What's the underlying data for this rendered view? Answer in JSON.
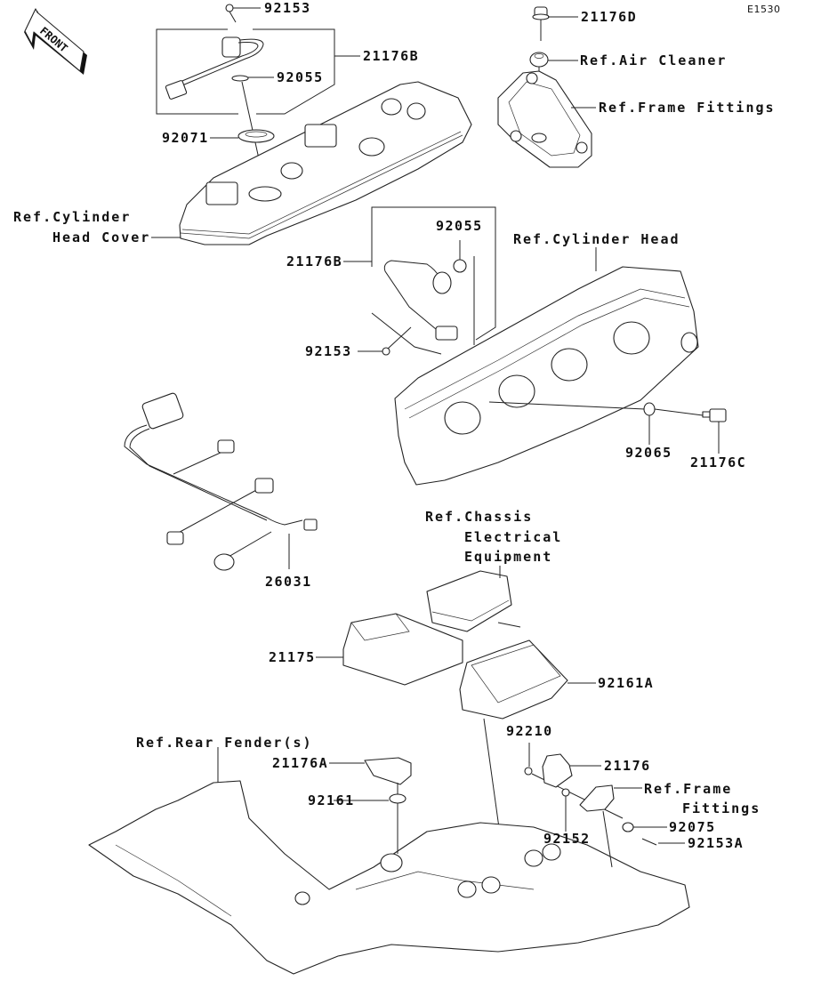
{
  "diagram": {
    "code": "E1530",
    "front_label": "FRONT",
    "parts": [
      {
        "id": "p-92153-top",
        "number": "92153"
      },
      {
        "id": "p-21176B-top",
        "number": "21176B"
      },
      {
        "id": "p-92055-top",
        "number": "92055"
      },
      {
        "id": "p-92071",
        "number": "92071"
      },
      {
        "id": "p-21176D",
        "number": "21176D"
      },
      {
        "id": "p-21176B-mid",
        "number": "21176B"
      },
      {
        "id": "p-92055-mid",
        "number": "92055"
      },
      {
        "id": "p-92153-mid",
        "number": "92153"
      },
      {
        "id": "p-92065",
        "number": "92065"
      },
      {
        "id": "p-21176C",
        "number": "21176C"
      },
      {
        "id": "p-26031",
        "number": "26031"
      },
      {
        "id": "p-21175",
        "number": "21175"
      },
      {
        "id": "p-92161A",
        "number": "92161A"
      },
      {
        "id": "p-92210",
        "number": "92210"
      },
      {
        "id": "p-21176A",
        "number": "21176A"
      },
      {
        "id": "p-21176",
        "number": "21176"
      },
      {
        "id": "p-92161",
        "number": "92161"
      },
      {
        "id": "p-92152",
        "number": "92152"
      },
      {
        "id": "p-92075",
        "number": "92075"
      },
      {
        "id": "p-92153A",
        "number": "92153A"
      }
    ],
    "references": [
      {
        "id": "ref-air-cleaner",
        "lines": [
          "Ref.Air Cleaner"
        ]
      },
      {
        "id": "ref-frame-fittings-top",
        "lines": [
          "Ref.Frame Fittings"
        ]
      },
      {
        "id": "ref-cylinder-head-cover",
        "lines": [
          "Ref.Cylinder",
          "Head Cover"
        ]
      },
      {
        "id": "ref-cylinder-head",
        "lines": [
          "Ref.Cylinder Head"
        ]
      },
      {
        "id": "ref-chassis-electrical",
        "lines": [
          "Ref.Chassis",
          "Electrical",
          "Equipment"
        ]
      },
      {
        "id": "ref-rear-fender",
        "lines": [
          "Ref.Rear Fender(s)"
        ]
      },
      {
        "id": "ref-frame-fittings-bottom",
        "lines": [
          "Ref.Frame",
          "Fittings"
        ]
      }
    ]
  }
}
